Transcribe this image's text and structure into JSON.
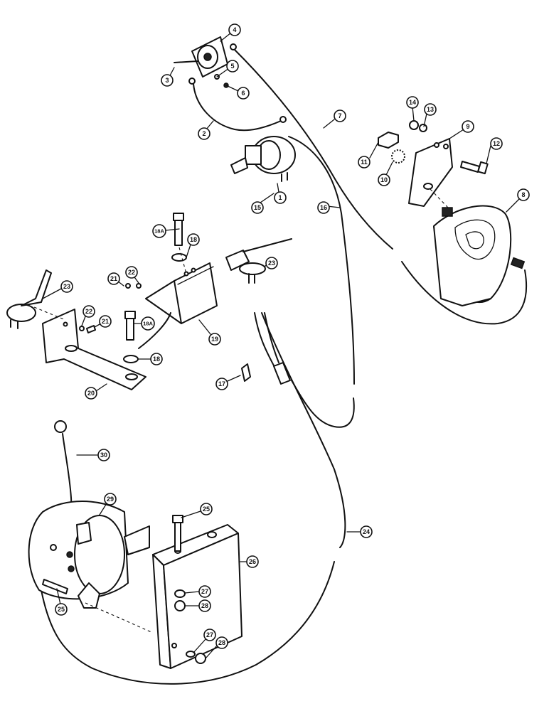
{
  "callouts": [
    {
      "id": "c1",
      "label": "1"
    },
    {
      "id": "c2",
      "label": "2"
    },
    {
      "id": "c3",
      "label": "3"
    },
    {
      "id": "c4",
      "label": "4"
    },
    {
      "id": "c5",
      "label": "5"
    },
    {
      "id": "c6",
      "label": "6"
    },
    {
      "id": "c7",
      "label": "7"
    },
    {
      "id": "c8",
      "label": "8"
    },
    {
      "id": "c9",
      "label": "9"
    },
    {
      "id": "c10",
      "label": "10"
    },
    {
      "id": "c11",
      "label": "11"
    },
    {
      "id": "c12",
      "label": "12"
    },
    {
      "id": "c13",
      "label": "13"
    },
    {
      "id": "c14",
      "label": "14"
    },
    {
      "id": "c15",
      "label": "15"
    },
    {
      "id": "c16",
      "label": "16"
    },
    {
      "id": "c17",
      "label": "17"
    },
    {
      "id": "c18a",
      "label": "18"
    },
    {
      "id": "c18b",
      "label": "18"
    },
    {
      "id": "c18Aa",
      "label": "18A"
    },
    {
      "id": "c18Ab",
      "label": "18A"
    },
    {
      "id": "c19",
      "label": "19"
    },
    {
      "id": "c20",
      "label": "20"
    },
    {
      "id": "c21a",
      "label": "21"
    },
    {
      "id": "c21b",
      "label": "21"
    },
    {
      "id": "c22a",
      "label": "22"
    },
    {
      "id": "c22b",
      "label": "22"
    },
    {
      "id": "c23a",
      "label": "23"
    },
    {
      "id": "c23b",
      "label": "23"
    },
    {
      "id": "c24",
      "label": "24"
    },
    {
      "id": "c25a",
      "label": "25"
    },
    {
      "id": "c25b",
      "label": "25"
    },
    {
      "id": "c26",
      "label": "26"
    },
    {
      "id": "c27a",
      "label": "27"
    },
    {
      "id": "c27b",
      "label": "27"
    },
    {
      "id": "c28a",
      "label": "28"
    },
    {
      "id": "c28b",
      "label": "28"
    },
    {
      "id": "c29",
      "label": "29"
    },
    {
      "id": "c30",
      "label": "30"
    }
  ]
}
